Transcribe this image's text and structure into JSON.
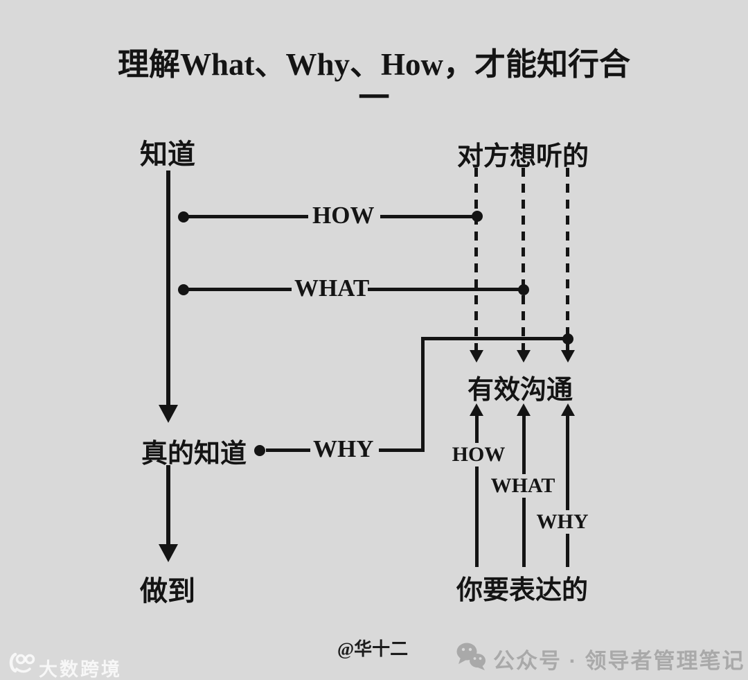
{
  "colors": {
    "background": "#d9d9d9",
    "ink": "#141414",
    "footer_gray": "#a9a9a9",
    "watermark_white": "rgba(255,255,255,0.78)"
  },
  "title": {
    "line1": "理解What、Why、How，才能知行合",
    "line2": "一"
  },
  "left_flow": {
    "top": "知道",
    "middle": "真的知道",
    "bottom": "做到"
  },
  "right_flow": {
    "top": "对方想听的",
    "middle": "有效沟通",
    "bottom": "你要表达的"
  },
  "mid_connectors": {
    "how": "HOW",
    "what": "WHAT",
    "why": "WHY"
  },
  "up_connectors": {
    "how": "HOW",
    "what": "WHAT",
    "why": "WHY"
  },
  "footer": {
    "author": "@华十二",
    "wechat_icon": "wechat-icon",
    "wechat_text": "公众号 · 领导者管理笔记",
    "watermark_logo": "dashukuajing-logo",
    "watermark_text": "大数跨境"
  }
}
